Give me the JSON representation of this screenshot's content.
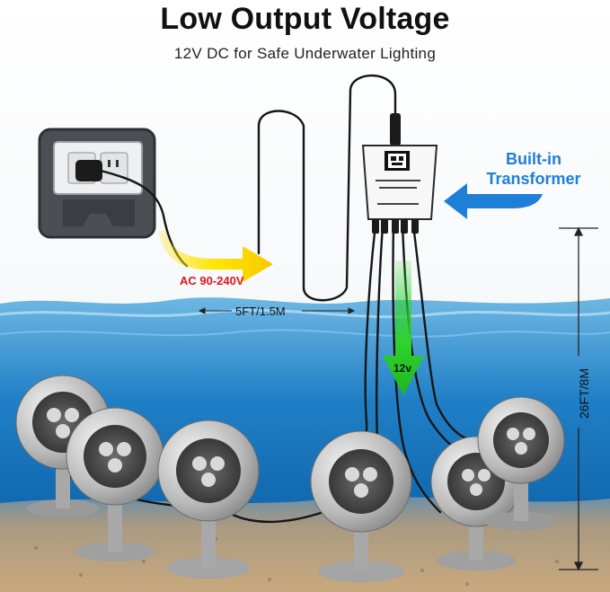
{
  "header": {
    "title": "Low Output Voltage",
    "subtitle": "12V DC for Safe Underwater Lighting"
  },
  "labels": {
    "ac_input": "AC 90-240V",
    "transformer": "Built-in Transformer",
    "cable_length": "5FT/1.5M",
    "output_voltage": "12v",
    "total_length": "26FT/8M"
  },
  "colors": {
    "ac_arrow": "#f5e62a",
    "ac_text": "#e0141e",
    "transformer_text": "#1e7fd8",
    "dc_arrow": "#2fd22f"
  },
  "icons": {
    "outlet": "weatherproof-outlet-icon",
    "transformer": "transformer-box-icon",
    "light": "spotlight-icon"
  }
}
